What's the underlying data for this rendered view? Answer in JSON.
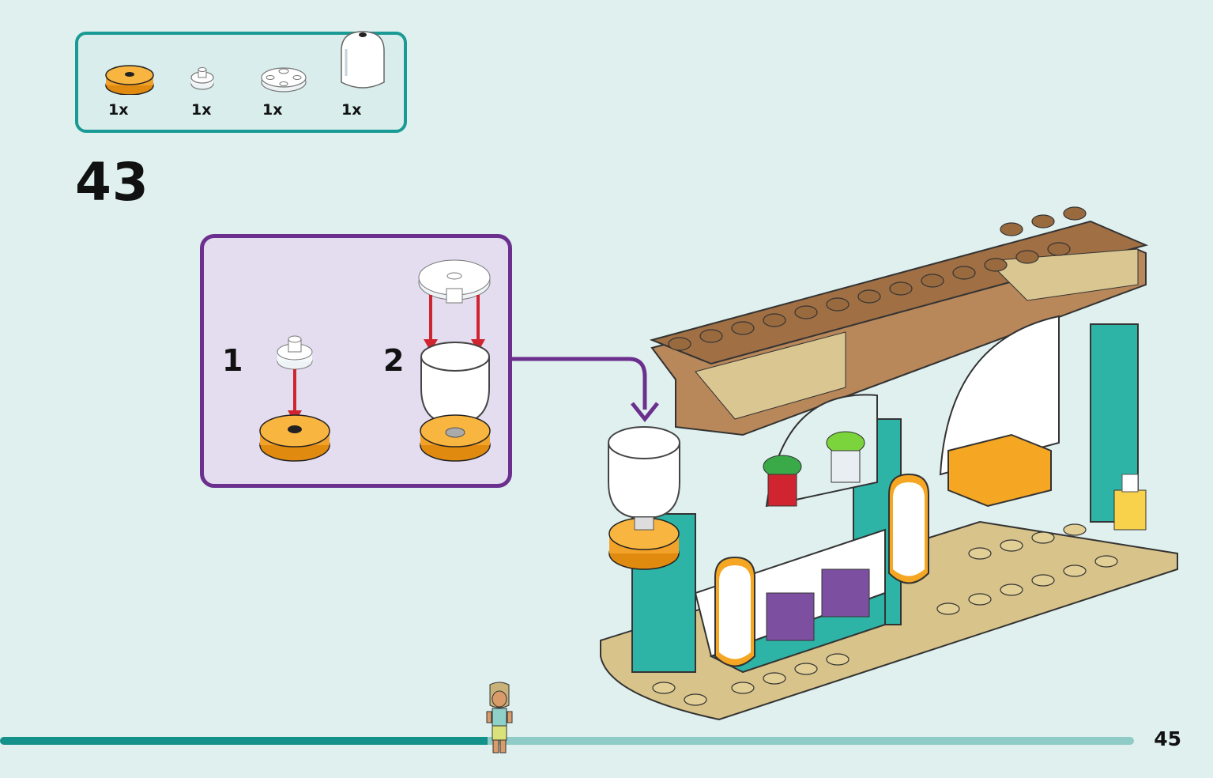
{
  "parts_list": {
    "items": [
      {
        "icon": "orange-round-tile-icon",
        "qty": "1x",
        "color": "#f5a623"
      },
      {
        "icon": "clear-round-plate-icon",
        "qty": "1x",
        "color": "#e8eef2"
      },
      {
        "icon": "clear-dish-icon",
        "qty": "1x",
        "color": "#e8eef2"
      },
      {
        "icon": "clear-dome-icon",
        "qty": "1x",
        "color": "#ffffff"
      }
    ]
  },
  "step": {
    "number": "43"
  },
  "substeps": [
    {
      "label": "1"
    },
    {
      "label": "2"
    }
  ],
  "page": {
    "number": "45"
  },
  "progress": {
    "fraction": 0.43
  },
  "colors": {
    "background": "#dff0ee",
    "parts_border": "#1a9a94",
    "substep_border": "#6b2f8e",
    "substep_fill": "#e4dcef",
    "arrow_red": "#d02530",
    "progress_fill": "#14918b",
    "progress_track": "#8fcbc7"
  }
}
